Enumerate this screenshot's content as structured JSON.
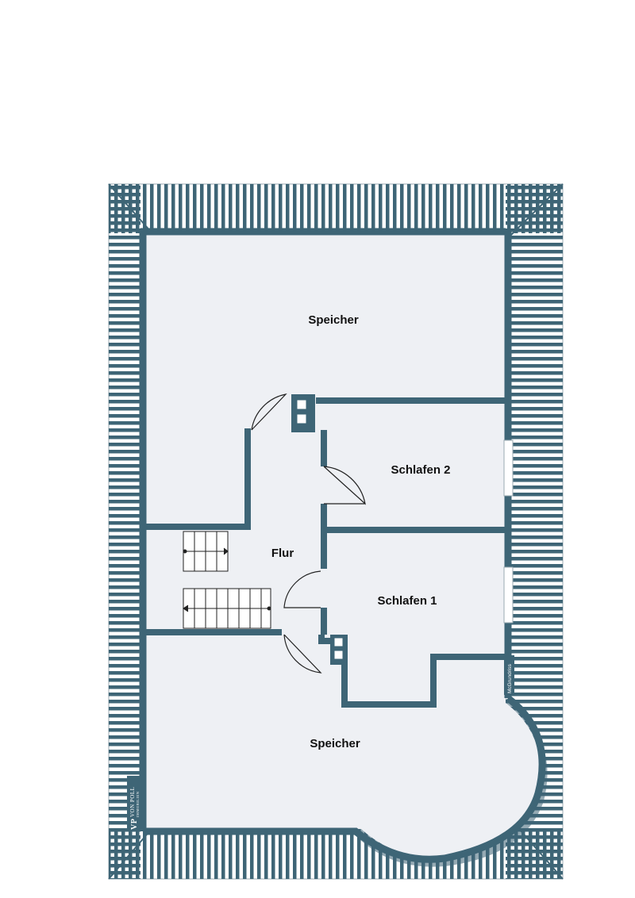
{
  "rooms": {
    "speicher_top": "Speicher",
    "schlafen_2": "Schlafen 2",
    "flur": "Flur",
    "schlafen_1": "Schlafen 1",
    "speicher_bottom": "Speicher"
  },
  "brand": {
    "logo_mark": "VP",
    "name": "VON POLL",
    "tagline": "IMMOBILIEN"
  },
  "credit": "McGrundriss",
  "colors": {
    "wall": "#3e6576",
    "floor": "#eef0f4",
    "roof_stripe": "#3e6576",
    "background": "#ffffff"
  }
}
